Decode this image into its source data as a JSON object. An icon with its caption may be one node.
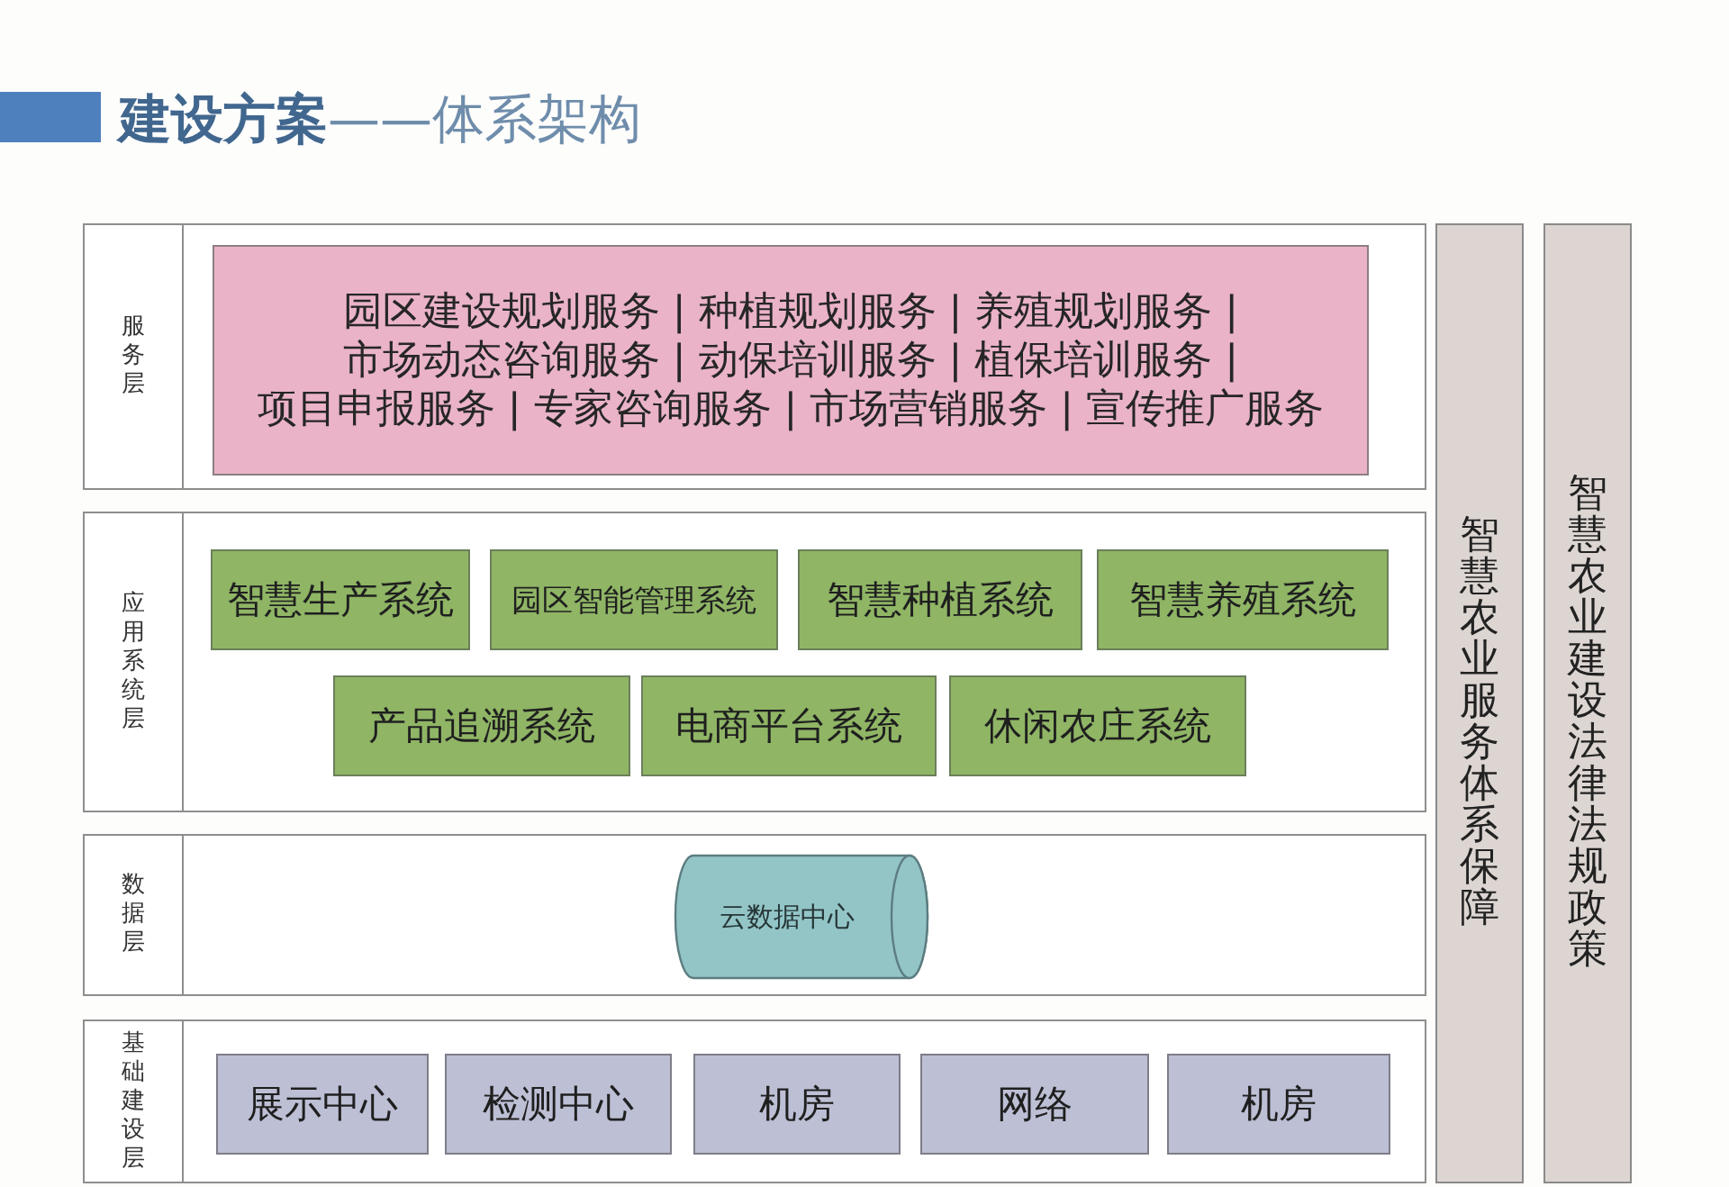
{
  "diagram": {
    "title": "**建设方案**——体系架构",
    "nodes": [
      {
        "text": [
          "服务层"
        ]
      },
      {
        "text": [
          "园区建设规划服务 | 种植规划服务 | 养殖规划服务 | 市场动态咨询服务 | 动保培训服务 | 植保培训服务 | 项目申报服务 | 专家咨询服务 | 市场营销服务 | 宣传推广服务"
        ],
        "in": 0
      },
      {
        "text": [
          "应用系统层"
        ]
      },
      {
        "text": [
          "智慧生产系统"
        ],
        "in": 2
      },
      {
        "text": [
          "园区智能管理系统"
        ],
        "in": 2
      },
      {
        "text": [
          "智慧种植系统"
        ],
        "in": 2
      },
      {
        "text": [
          "智慧养殖系统"
        ],
        "in": 2
      },
      {
        "text": [
          "产品追溯系统"
        ],
        "in": 2
      },
      {
        "text": [
          "电商平台系统"
        ],
        "in": 2
      },
      {
        "text": [
          "休闲农庄系统"
        ],
        "in": 2
      },
      {
        "text": [
          "数据层"
        ]
      },
      {
        "text": [
          "云数据中心"
        ],
        "in": 10
      },
      {
        "text": [
          "基础建设层"
        ]
      },
      {
        "text": [
          "展示中心"
        ],
        "in": 12
      },
      {
        "text": [
          "检测中心"
        ],
        "in": 12
      },
      {
        "text": [
          "机房"
        ],
        "in": 12
      },
      {
        "text": [
          "网络"
        ],
        "in": 12
      },
      {
        "text": [
          "机房"
        ],
        "in": 12
      },
      {
        "text": [
          "智慧农业服务体系保障"
        ]
      },
      {
        "text": [
          "智慧农业建设法律法规政策"
        ]
      }
    ]
  }
}
